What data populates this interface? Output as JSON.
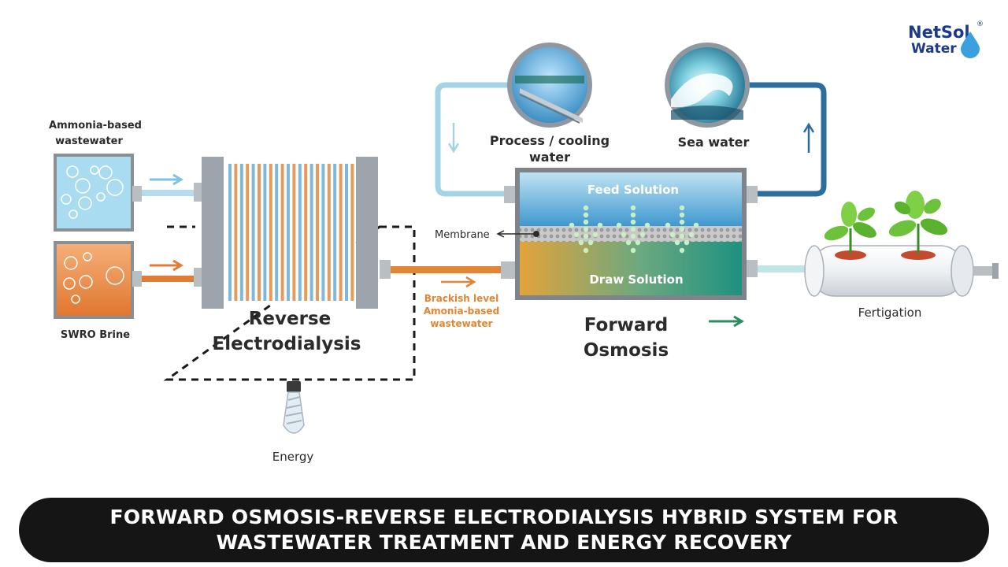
{
  "logo": {
    "line1": "NetSol",
    "line2": "Water",
    "mark": "®"
  },
  "inputs": {
    "ammonia": {
      "line1": "Ammonia-based",
      "line2": "wastewater"
    },
    "brine": "SWRO Brine"
  },
  "red": {
    "line1": "Reverse",
    "line2": "Electrodialysis"
  },
  "energy": {
    "label": "Energy",
    "icon": "lightbulb-icon"
  },
  "output": {
    "line1": "Brackish level",
    "line2": "Amonia-based",
    "line3": "wastewater"
  },
  "membrane": "Membrane",
  "process": {
    "line1": "Process / cooling",
    "line2": "water"
  },
  "sea": "Sea water",
  "fo": {
    "feed": "Feed Solution",
    "draw": "Draw Solution",
    "line1": "Forward",
    "line2": "Osmosis"
  },
  "fertigation": "Fertigation",
  "banner": {
    "line1": "FORWARD OSMOSIS-REVERSE ELECTRODIALYSIS HYBRID SYSTEM FOR",
    "line2": "WASTEWATER TREATMENT AND ENERGY RECOVERY"
  },
  "colors": {
    "blue_water": "#a9dcf0",
    "orange_brine": "#e6843f",
    "navy_pipe": "#2c6e9e",
    "green_arrow": "#2e8b63",
    "banner": "#151515"
  }
}
